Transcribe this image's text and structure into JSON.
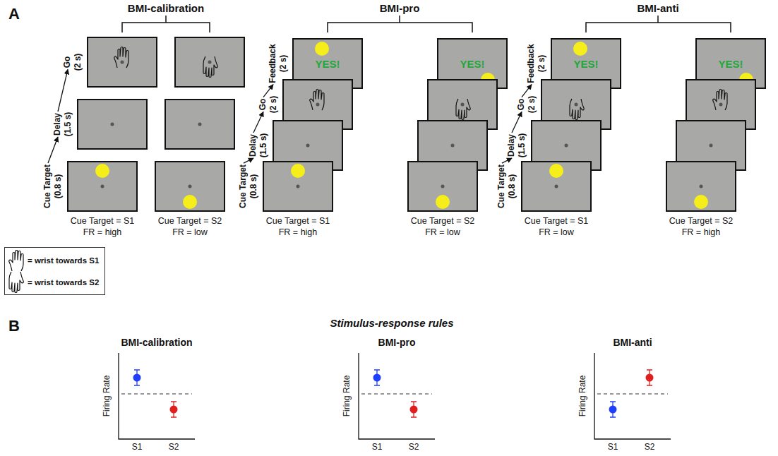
{
  "diagram": {
    "nodes": [
      {
        "text": [
          "YES!"
        ]
      },
      {
        "text": [
          "YES!"
        ]
      },
      {
        "text": [
          "YES!"
        ]
      },
      {
        "text": [
          "YES!"
        ]
      }
    ],
    "labels": [
      "A",
      "BMI-calibration",
      "BMI-pro",
      "BMI-anti",
      "Cue Target",
      "(0.8 s)",
      "Delay",
      "(1.5 s)",
      "Go",
      "(2 s)",
      "Cue Target = S1",
      "FR = high",
      "Cue Target = S2",
      "FR = low",
      "Cue Target",
      "(0.8 s)",
      "Delay",
      "(1.5 s)",
      "Go",
      "(2 s)",
      "Feedback",
      "(2 s)",
      "Cue Target = S1",
      "FR = high",
      "Cue Target = S2",
      "FR = low",
      "Cue Target",
      "(0.8 s)",
      "Delay",
      "(1.5 s)",
      "Go",
      "(2 s)",
      "Feedback",
      "(2 s)",
      "Cue Target = S1",
      "FR = low",
      "Cue Target = S2",
      "FR = high",
      "B",
      "Stimulus-response rules",
      "BMI-calibration",
      "Firing Rate",
      "S1",
      "S2",
      "BMI-pro",
      "Firing Rate",
      "S1",
      "S2",
      "BMI-anti",
      "Firing Rate",
      "S1",
      "S2"
    ],
    "legend": [
      {
        "text": "= wrist towards S1"
      },
      {
        "text": "= wrist towards S2"
      }
    ]
  }
}
